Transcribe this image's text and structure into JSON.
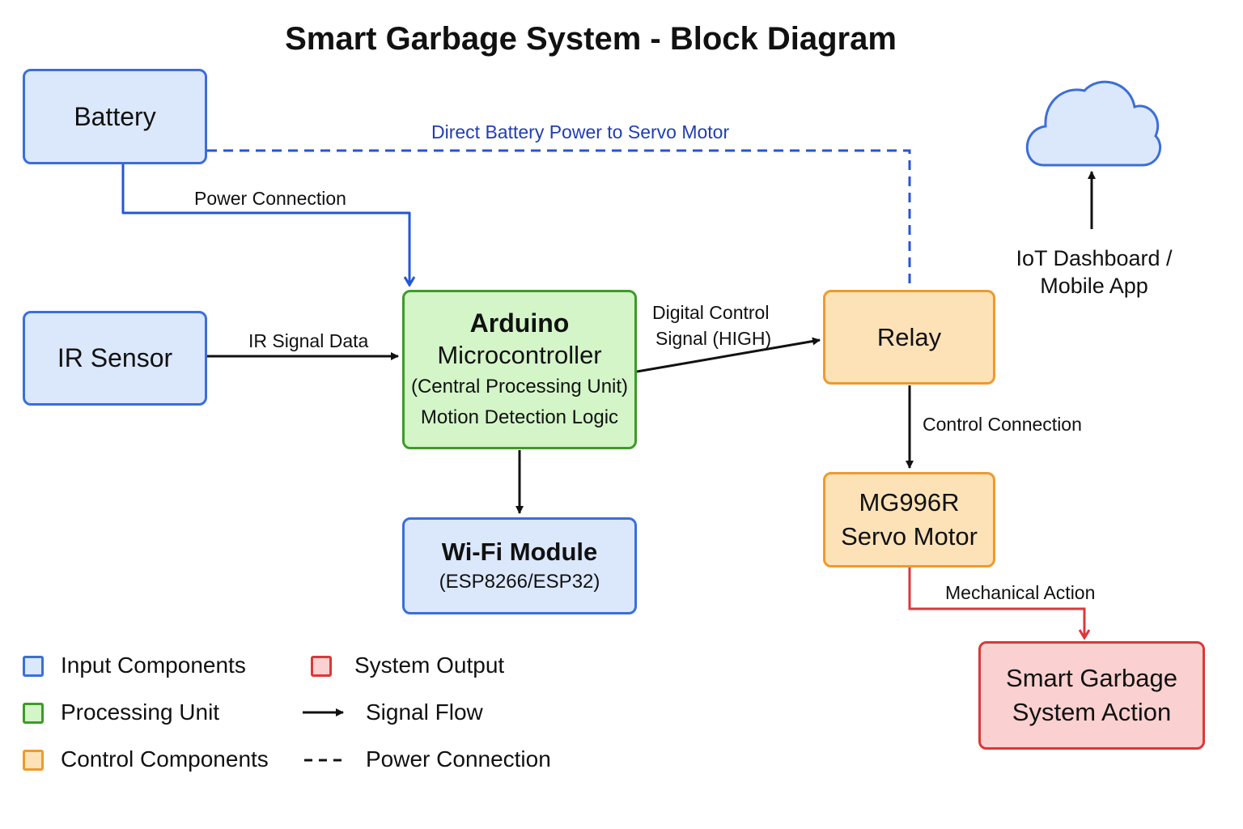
{
  "title": "Smart Garbage System - Block Diagram",
  "colors": {
    "input": "#dbe8fc",
    "input_border": "#3a6fd8",
    "processing": "#d3f5c8",
    "processing_border": "#3f9a2a",
    "control": "#fde2b8",
    "control_border": "#ee9a2e",
    "output": "#fbd0d0",
    "output_border": "#d9383c",
    "power_line": "#2456d6",
    "mechanical_line": "#d9383c"
  },
  "nodes": {
    "battery": "Battery",
    "ir_sensor": "IR Sensor",
    "arduino": {
      "line1": "Arduino",
      "line2": "Microcontroller",
      "line3": "(Central Processing Unit)",
      "line4": "Motion Detection Logic"
    },
    "wifi": {
      "line1": "Wi-Fi Module",
      "line2": "(ESP8266/ESP32)"
    },
    "relay": "Relay",
    "servo": {
      "line1": "MG996R",
      "line2": "Servo Motor"
    },
    "output": {
      "line1": "Smart Garbage",
      "line2": "System Action"
    },
    "cloud": {
      "icon": "cloud-icon",
      "line1": "IoT Dashboard /",
      "line2": "Mobile App"
    }
  },
  "edges": {
    "direct_power": "Direct Battery Power to Servo Motor",
    "power_connection": "Power Connection",
    "ir_signal": "IR Signal Data",
    "digital_control_1": "Digital Control",
    "digital_control_2": "Signal (HIGH)",
    "control_connection": "Control Connection",
    "mechanical_action": "Mechanical Action"
  },
  "legend": {
    "input": "Input Components",
    "processing": "Processing Unit",
    "control": "Control Components",
    "output": "System Output",
    "signal_flow": "Signal Flow",
    "power_connection": "Power Connection"
  }
}
